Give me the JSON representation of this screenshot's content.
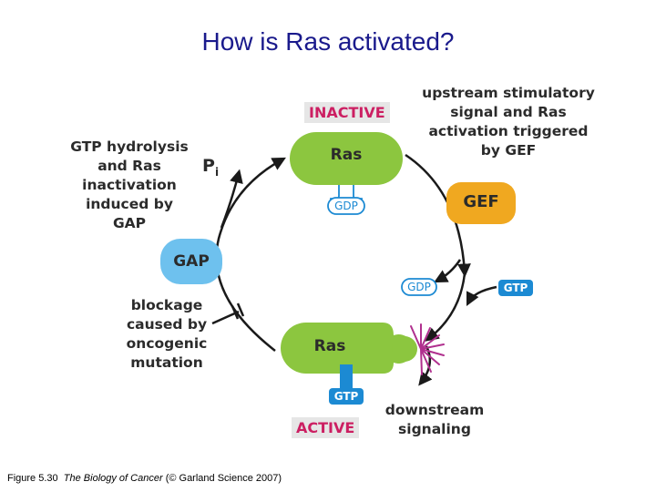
{
  "title": "How is Ras activated?",
  "labels": {
    "inactive": "INACTIVE",
    "active": "ACTIVE",
    "ras_top": "Ras",
    "ras_bottom": "Ras",
    "gdp_bound": "GDP",
    "gtp_bound": "GTP",
    "gef": "GEF",
    "gap": "GAP",
    "gdp_free": "GDP",
    "gtp_free": "GTP",
    "pi_main": "P",
    "pi_sub": "i"
  },
  "annotations": {
    "upstream": [
      "upstream stimulatory",
      "signal and Ras",
      "activation triggered",
      "by GEF"
    ],
    "hydrolysis": [
      "GTP hydrolysis",
      "and Ras",
      "inactivation",
      "induced by",
      "GAP"
    ],
    "blockage": [
      "blockage",
      "caused by",
      "oncogenic",
      "mutation"
    ],
    "downstream": [
      "downstream",
      "signaling"
    ]
  },
  "caption": {
    "figure": "Figure 5.30",
    "book": "The Biology of Cancer",
    "credit": "(© Garland Science 2007)"
  },
  "colors": {
    "ras": "#8cc63f",
    "gef": "#f0a820",
    "gap": "#6ec1ee",
    "nucleotide": "#1c8ad3",
    "label_text": "#cc1f62",
    "signal": "#b0308e"
  }
}
